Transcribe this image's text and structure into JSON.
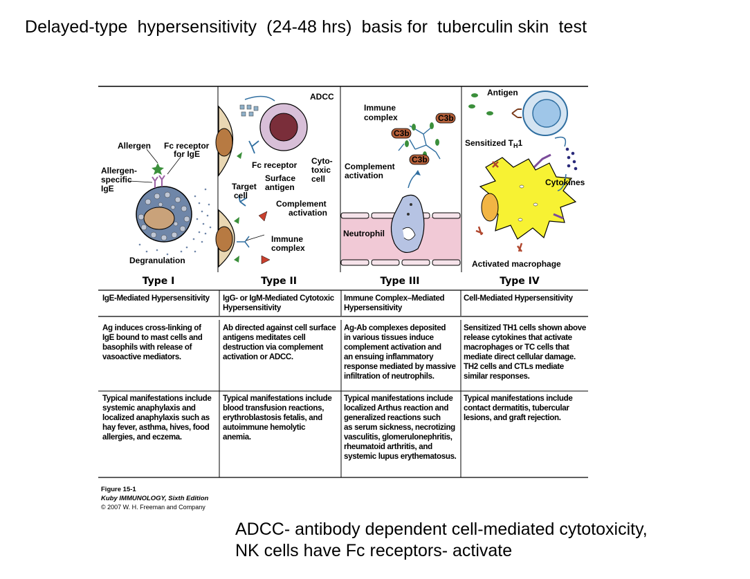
{
  "slide": {
    "title": "Delayed-type  hypersensitivity  (24-48 hrs)  basis for  tuberculin skin  test",
    "bottom_note": [
      "ADCC- antibody dependent cell-mediated cytotoxicity,",
      "NK cells have Fc receptors- activate"
    ]
  },
  "figure": {
    "illustration_labels": {
      "type1": {
        "allergen": "Allergen",
        "fc_receptor": [
          "Fc receptor",
          "for IgE"
        ],
        "allergen_specific": [
          "Allergen-",
          "specific",
          "IgE"
        ],
        "degranulation": "Degranulation"
      },
      "type2": {
        "adcc": "ADCC",
        "fc_receptor": "Fc receptor",
        "cytotoxic": [
          "Cyto-",
          "toxic",
          "cell"
        ],
        "surface_antigen": [
          "Surface",
          "antigen"
        ],
        "target_cell": [
          "Target",
          "cell"
        ],
        "complement": [
          "Complement",
          "activation"
        ],
        "immune_complex": [
          "Immune",
          "complex"
        ]
      },
      "type3": {
        "immune_complex": [
          "Immune",
          "complex"
        ],
        "c3b": "C3b",
        "complement": [
          "Complement",
          "activation"
        ],
        "neutrophil": "Neutrophil"
      },
      "type4": {
        "antigen": "Antigen",
        "sensitized": "Sensitized T",
        "sensitized_sub": "H",
        "sensitized_tail": "1",
        "cytokines": "Cytokines",
        "macrophage": "Activated macrophage"
      }
    },
    "types": [
      {
        "name": "Type I",
        "heading": [
          "IgE-Mediated Hypersensitivity"
        ],
        "mechanism": [
          "Ag induces cross-linking of",
          "IgE bound to mast cells and",
          "basophils with release of",
          "vasoactive mediators."
        ],
        "manifestations": [
          "Typical manifestations include",
          "systemic anaphylaxis and",
          "localized anaphylaxis such as",
          "hay fever, asthma, hives, food",
          "allergies, and eczema."
        ]
      },
      {
        "name": "Type II",
        "heading": [
          "IgG- or IgM-Mediated Cytotoxic",
          "Hypersensitivity"
        ],
        "mechanism": [
          "Ab directed against cell surface",
          "antigens meditates cell",
          "destruction via complement",
          "activation or ADCC."
        ],
        "manifestations": [
          "Typical manifestations include",
          "blood transfusion reactions,",
          "erythroblastosis fetalis, and",
          "autoimmune hemolytic",
          "anemia."
        ]
      },
      {
        "name": "Type III",
        "heading": [
          "Immune Complex–Mediated",
          "Hypersensitivity"
        ],
        "mechanism": [
          "Ag-Ab complexes deposited",
          "in various tissues induce",
          "complement activation and",
          "an ensuing inflammatory",
          "response mediated by massive",
          "infiltration of neutrophils."
        ],
        "manifestations": [
          "Typical manifestations include",
          "localized Arthus reaction and",
          "generalized reactions such",
          "as serum sickness, necrotizing",
          "vasculitis, glomerulonephritis,",
          "rheumatoid arthritis, and",
          "systemic lupus erythematosus."
        ]
      },
      {
        "name": "Type IV",
        "heading": [
          "Cell-Mediated Hypersensitivity"
        ],
        "mechanism": [
          "Sensitized TH1 cells shown above",
          "release cytokines that activate",
          "macrophages or TC cells that",
          "mediate direct cellular damage.",
          "TH2 cells and CTLs mediate",
          "similar responses."
        ],
        "manifestations": [
          "Typical manifestations include",
          "contact dermatitis, tubercular",
          "lesions, and graft rejection."
        ]
      }
    ],
    "caption": {
      "figure_no": "Figure 15-1",
      "book": "Kuby IMMUNOLOGY, Sixth Edition",
      "copyright": "© 2007 W. H. Freeman and Company"
    }
  }
}
